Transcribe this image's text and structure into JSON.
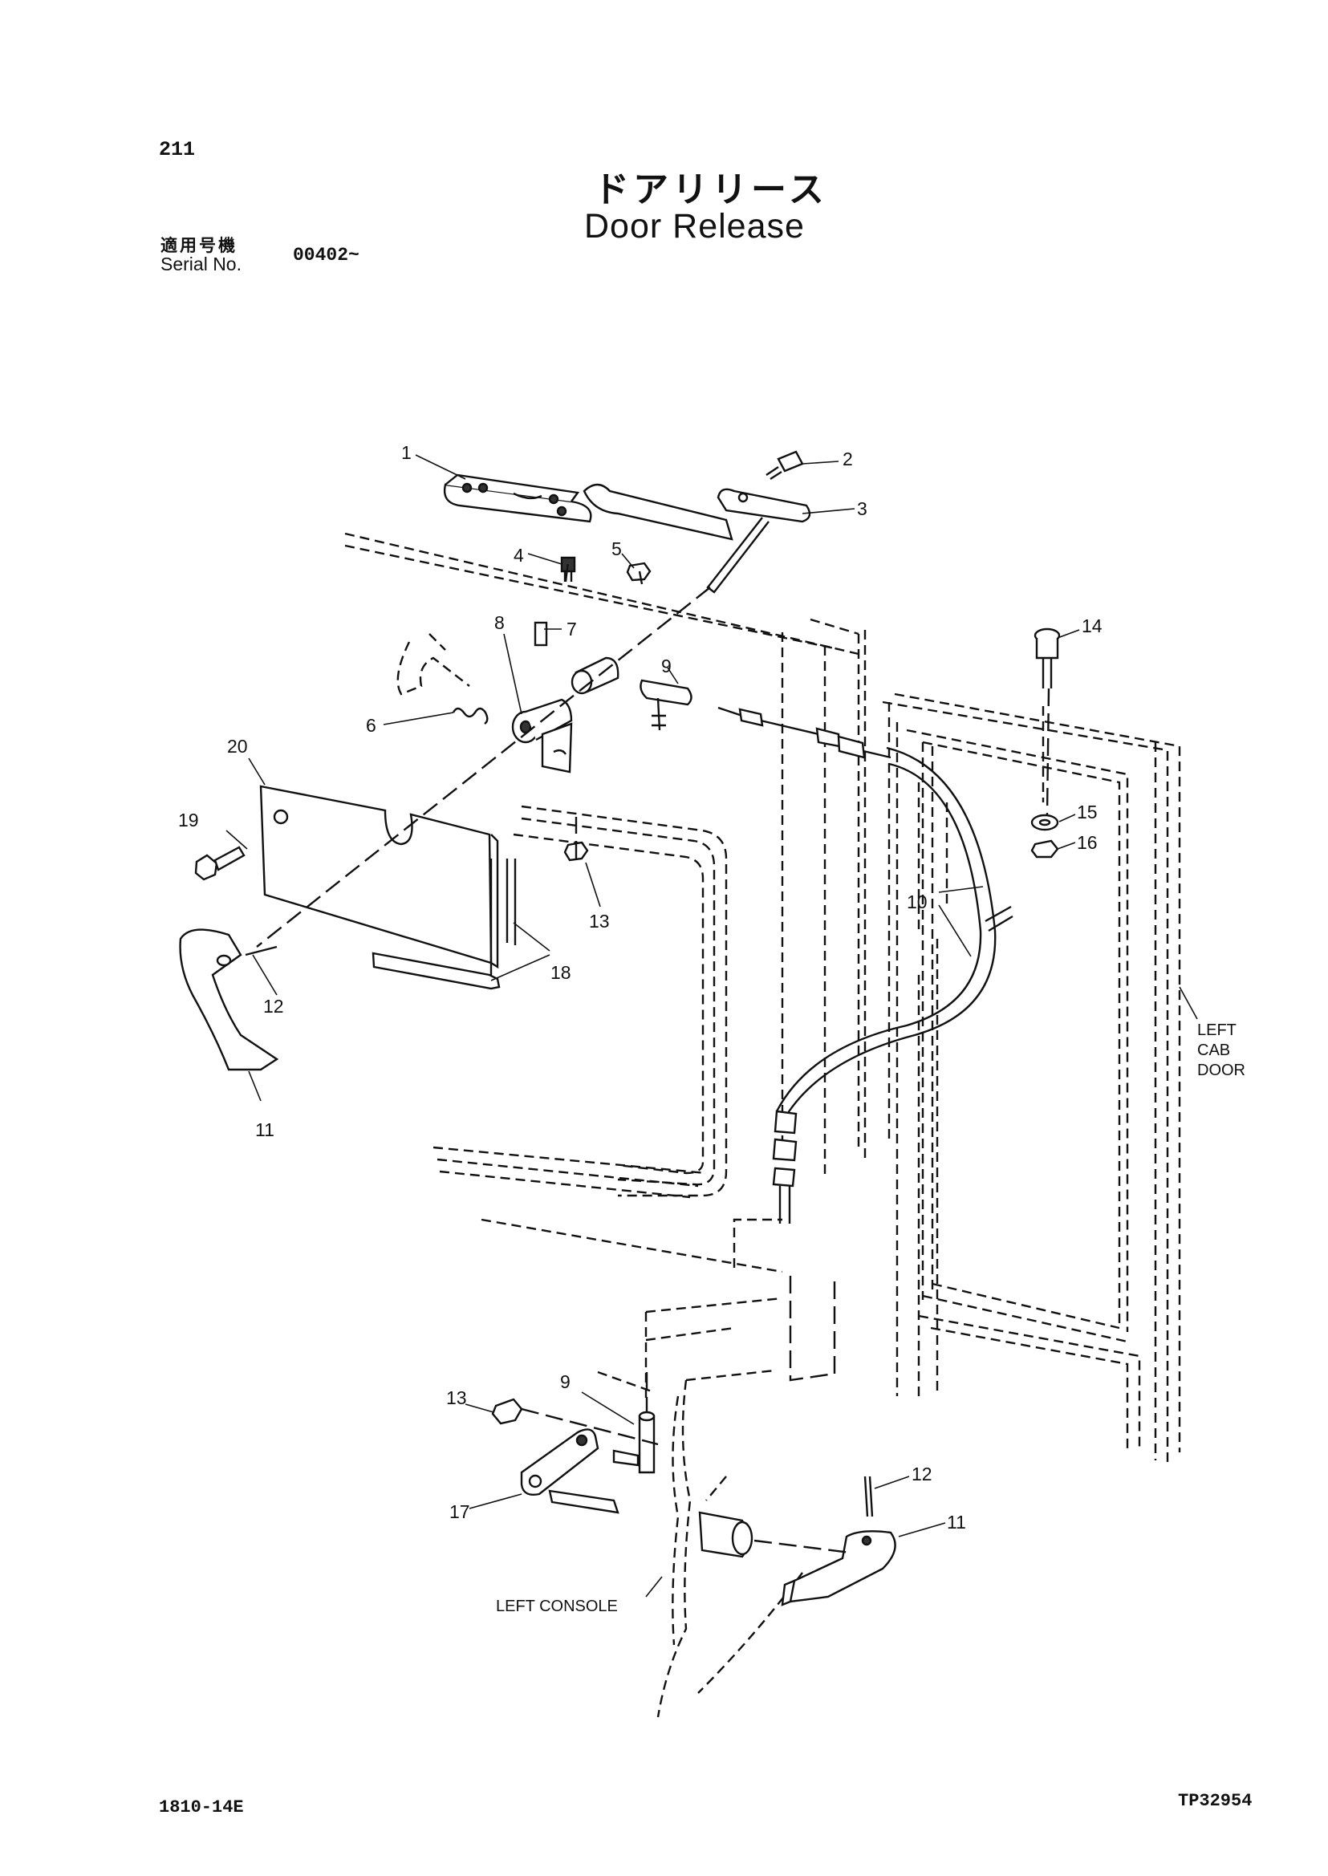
{
  "header": {
    "page_number": "211",
    "title_jp": "ドアリリース",
    "title_en": "Door Release",
    "serial_label_jp": "適用号機",
    "serial_label_en": "Serial No.",
    "serial_value": "00402~"
  },
  "callouts": {
    "c1": "1",
    "c2": "2",
    "c3": "3",
    "c4": "4",
    "c5": "5",
    "c6": "6",
    "c7": "7",
    "c8": "8",
    "c9a": "9",
    "c9b": "9",
    "c10": "10",
    "c11a": "11",
    "c11b": "11",
    "c12a": "12",
    "c12b": "12",
    "c13a": "13",
    "c13b": "13",
    "c14": "14",
    "c15": "15",
    "c16": "16",
    "c17": "17",
    "c18": "18",
    "c19": "19",
    "c20": "20"
  },
  "area_labels": {
    "left_cab_door": [
      "LEFT",
      "CAB",
      "DOOR"
    ],
    "left_console": "LEFT CONSOLE"
  },
  "footer": {
    "doc_code": "1810-14E",
    "doc_ref": "TP32954"
  }
}
